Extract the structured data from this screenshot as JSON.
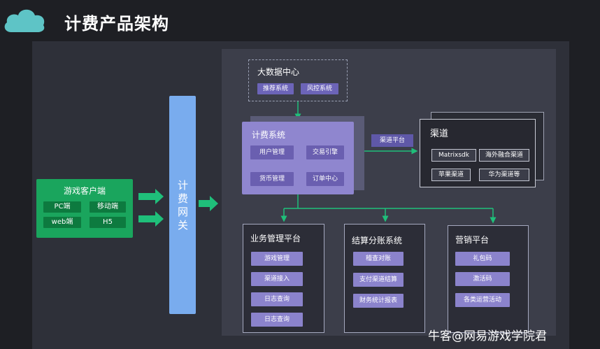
{
  "title": "计费产品架构",
  "client": {
    "title": "游戏客户端",
    "items": [
      "PC端",
      "移动端",
      "web端",
      "H5"
    ]
  },
  "gateway": {
    "text": "计费网关"
  },
  "bigdata": {
    "title": "大数据中心",
    "items": [
      "推荐系统",
      "风控系统"
    ]
  },
  "billing": {
    "title": "计费系统",
    "items": [
      "用户管理",
      "交易引擎",
      "货币管理",
      "订单中心"
    ]
  },
  "channel_platform_label": "渠道平台",
  "channel": {
    "title": "渠道",
    "items": [
      "Matrixsdk",
      "海外融合渠道",
      "苹果渠道",
      "华为渠道等"
    ]
  },
  "business": {
    "title": "业务管理平台",
    "items": [
      "游戏管理",
      "渠道接入",
      "日志查询",
      "日志查询"
    ]
  },
  "settlement": {
    "title": "结算分账系统",
    "items": [
      "稽查对账",
      "支付渠道结算",
      "财务统计报表"
    ]
  },
  "marketing": {
    "title": "营销平台",
    "items": [
      "礼包码",
      "激活码",
      "各类运营活动"
    ]
  },
  "watermark": "牛客@网易游戏学院君",
  "colors": {
    "green": "#1aa55d",
    "gateway_blue": "#79acee",
    "billing_purple": "#8f86cf",
    "arrow_green": "#1fbf7a"
  }
}
